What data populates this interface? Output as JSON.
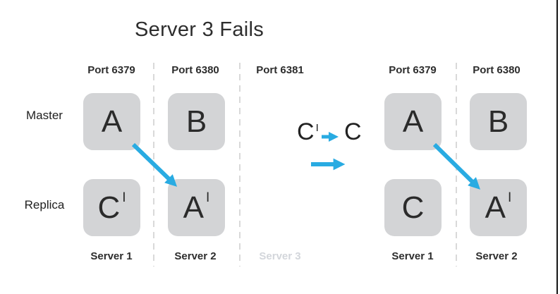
{
  "title": "Server 3 Fails",
  "row_labels": {
    "master": "Master",
    "replica": "Replica"
  },
  "left_diagram": {
    "ports": [
      "Port 6379",
      "Port 6380",
      "Port 6381"
    ],
    "servers": [
      "Server 1",
      "Server 2",
      "Server 3"
    ],
    "boxes": [
      {
        "letter": "A",
        "prime": ""
      },
      {
        "letter": "B",
        "prime": ""
      },
      {
        "letter": "C",
        "prime": "I"
      },
      {
        "letter": "A",
        "prime": "I"
      }
    ]
  },
  "right_diagram": {
    "ports": [
      "Port 6379",
      "Port 6380"
    ],
    "servers": [
      "Server 1",
      "Server 2"
    ],
    "boxes": [
      {
        "letter": "A",
        "prime": ""
      },
      {
        "letter": "B",
        "prime": ""
      },
      {
        "letter": "C",
        "prime": ""
      },
      {
        "letter": "A",
        "prime": "I"
      }
    ]
  },
  "annotation": {
    "from_letter": "C",
    "from_prime": "I",
    "to_letter": "C"
  },
  "arrows": [
    {
      "name": "left-failover-arrow",
      "from": "A",
      "to": "A-replica"
    },
    {
      "name": "promotion-arrow",
      "from": "C-replica",
      "to": "C-master"
    },
    {
      "name": "transition-arrow",
      "from": "before",
      "to": "after"
    },
    {
      "name": "right-failover-arrow",
      "from": "A",
      "to": "A-replica"
    }
  ],
  "colors": {
    "arrow_blue": "#29abe2",
    "box_fill": "#d3d4d6",
    "text_dark": "#2d2d2d",
    "muted_text": "#d3d6db"
  }
}
